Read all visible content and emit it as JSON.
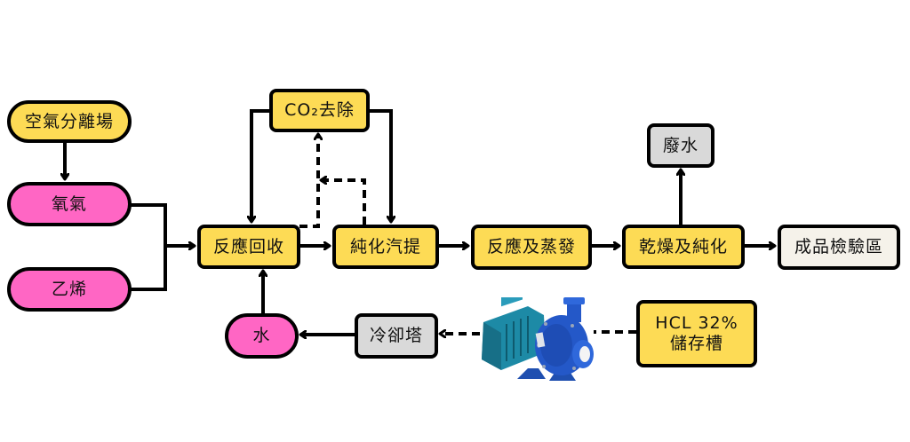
{
  "diagram": {
    "nodes": {
      "air_separation": "空氣分離場",
      "oxygen": "氧氣",
      "ethylene": "乙烯",
      "co2_removal": "CO₂去除",
      "reaction_recovery": "反應回收",
      "purification_stripping": "純化汽提",
      "reaction_evaporation": "反應及蒸發",
      "drying_purification": "乾燥及純化",
      "wastewater": "廢水",
      "product_inspection": "成品檢驗區",
      "water": "水",
      "cooling_tower": "冷卻塔",
      "hcl_tank_line1": "HCL 32%",
      "hcl_tank_line2": "儲存槽"
    },
    "pump_image": "centrifugal-pump-icon",
    "colors": {
      "process": "#FDDB55",
      "input": "#FF66C4",
      "utility": "#D9D9D9",
      "output": "#F5F2EA",
      "line": "#000000"
    },
    "edges": [
      {
        "from": "空氣分離場",
        "to": "氧氣",
        "style": "solid"
      },
      {
        "from": "氧氣",
        "to": "反應回收",
        "style": "solid"
      },
      {
        "from": "乙烯",
        "to": "反應回收",
        "style": "solid"
      },
      {
        "from": "CO₂去除",
        "to": "反應回收",
        "style": "solid"
      },
      {
        "from": "CO₂去除",
        "to": "純化汽提",
        "style": "solid"
      },
      {
        "from": "反應回收",
        "to": "CO₂去除",
        "style": "dashed"
      },
      {
        "from": "純化汽提",
        "to": "CO₂去除",
        "style": "dashed"
      },
      {
        "from": "反應回收",
        "to": "純化汽提",
        "style": "solid"
      },
      {
        "from": "純化汽提",
        "to": "反應及蒸發",
        "style": "solid"
      },
      {
        "from": "反應及蒸發",
        "to": "乾燥及純化",
        "style": "solid"
      },
      {
        "from": "乾燥及純化",
        "to": "廢水",
        "style": "solid"
      },
      {
        "from": "乾燥及純化",
        "to": "成品檢驗區",
        "style": "solid"
      },
      {
        "from": "水",
        "to": "反應回收",
        "style": "solid"
      },
      {
        "from": "冷卻塔",
        "to": "水",
        "style": "solid"
      },
      {
        "from": "HCL 32% 儲存槽",
        "to": "冷卻塔",
        "style": "dashed"
      }
    ]
  }
}
